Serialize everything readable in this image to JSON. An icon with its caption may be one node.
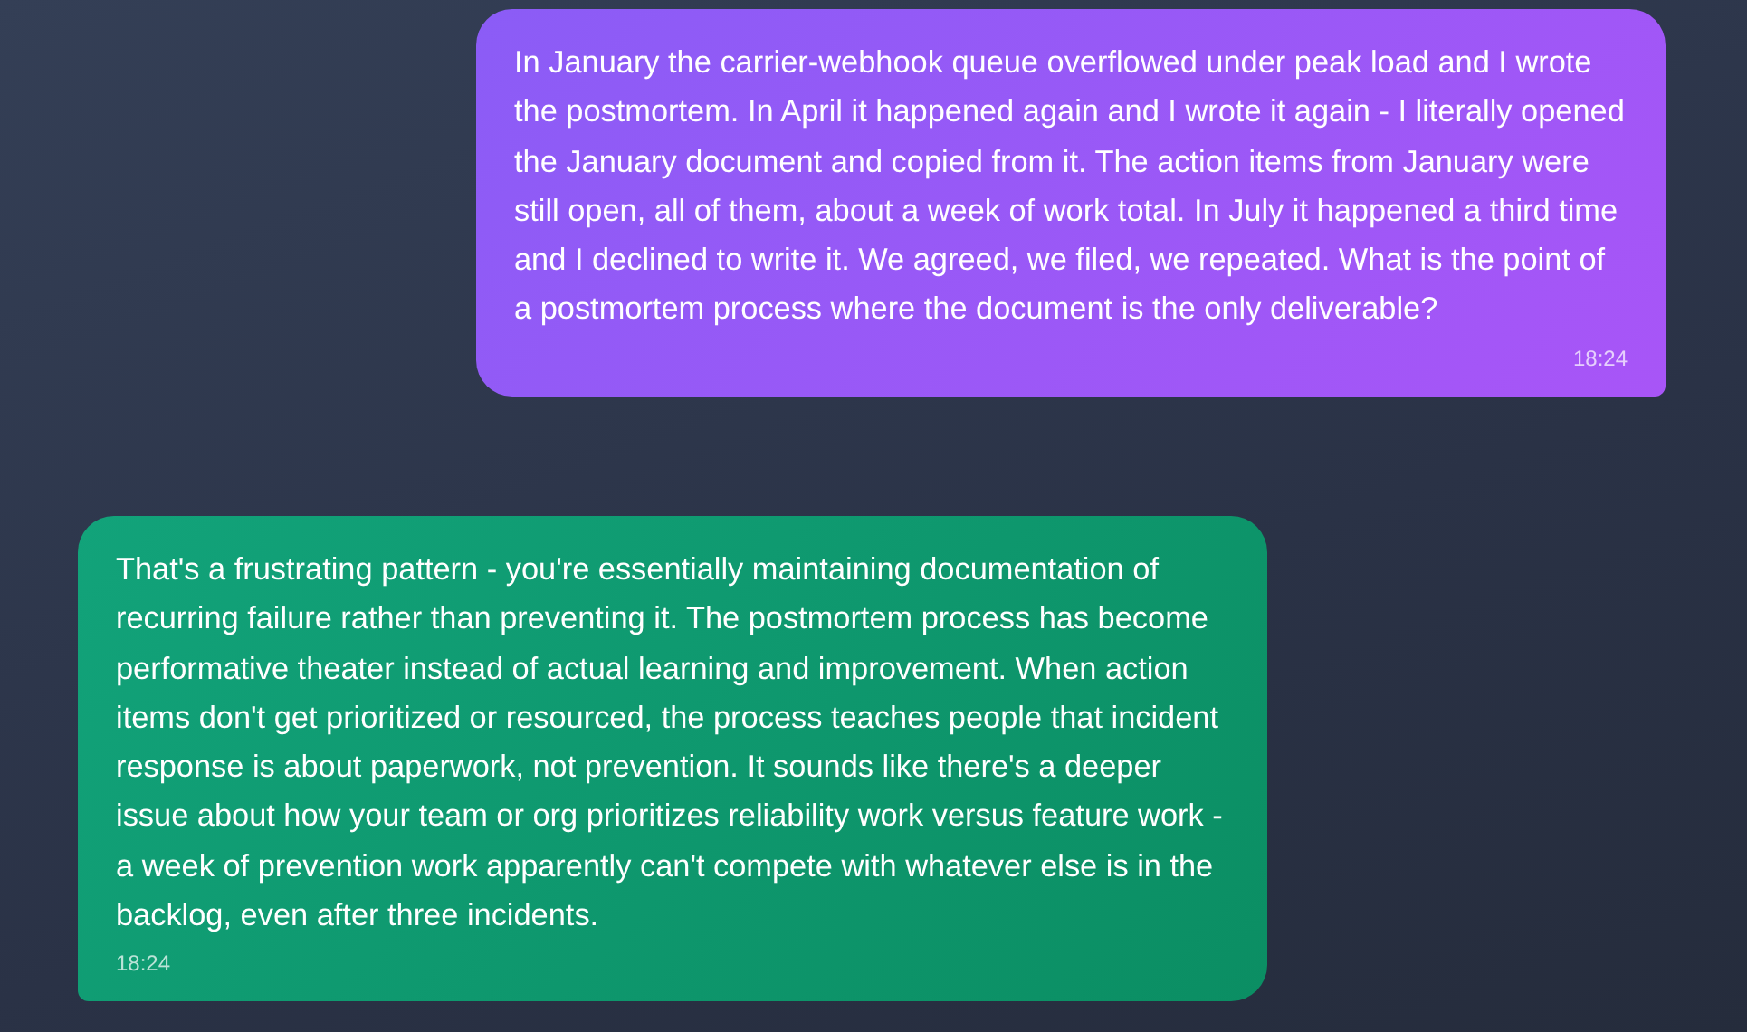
{
  "diagram": {
    "nodes": [
      {
        "text": [
          "In January the carrier-webhook queue overflowed under peak load and I wrote the postmortem. In April it happened again and I wrote it again - I literally opened the January document and copied from it. The action items from January were still open, all of them, about a week of work total. In July it happened a third time and I declined to write it. We agreed, we filed, we repeated. What is the point of a postmortem process where the document is the only deliverable?",
          "18:24"
        ]
      },
      {
        "text": [
          "That's a frustrating pattern - you're essentially maintaining documentation of recurring failure rather than preventing it. The postmortem process has become performative theater instead of actual learning and improvement. When action items don't get prioritized or resourced, the process teaches people that incident response is about paperwork, not prevention. It sounds like there's a deeper issue about how your team or org prioritizes reliability work versus feature work - a week of prevention work apparently can't compete with whatever else is in the backlog, even after three incidents.",
          "18:24"
        ]
      }
    ]
  }
}
